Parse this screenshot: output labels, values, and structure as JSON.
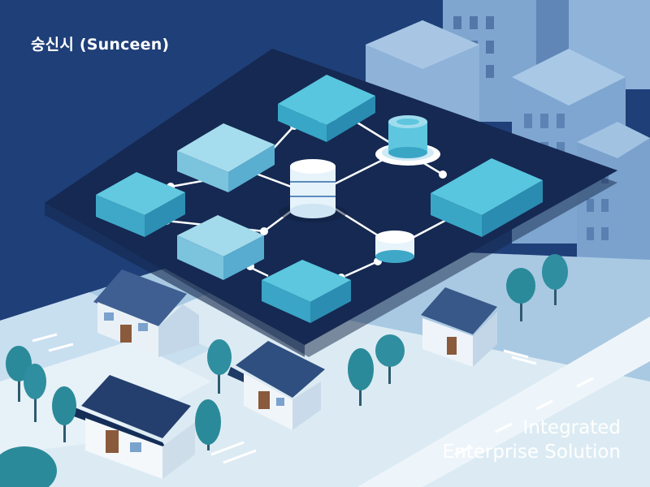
{
  "brand": {
    "name": "숭신시 (Sunceen)"
  },
  "tagline": {
    "line1": "Integrated",
    "line2": "Enterprise Solution"
  },
  "colors": {
    "background": "#1f3f78",
    "platform": "#1a2f5c",
    "module_top": "#4fc3dc",
    "module_light": "#9ed8ea",
    "road": "#dcebf3",
    "building": "#6e9bc8",
    "roof": "#2f5184",
    "tree": "#2b8a99"
  },
  "icons": [
    "database-icon",
    "server-module-icon",
    "house-icon",
    "hanok-icon",
    "tree-icon",
    "skyscraper-icon"
  ]
}
